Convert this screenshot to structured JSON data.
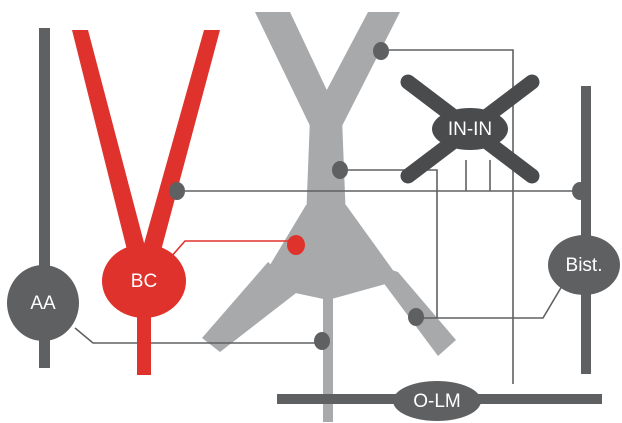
{
  "cells": {
    "aa": {
      "label": "AA",
      "color": "#5f6062"
    },
    "bc": {
      "label": "BC",
      "color": "#e0322c"
    },
    "in_in": {
      "label": "IN-IN",
      "color": "#4a4b4d"
    },
    "bist": {
      "label": "Bist.",
      "color": "#5f6062"
    },
    "olm": {
      "label": "O-LM",
      "color": "#5f6062"
    }
  },
  "pyramidal_cell": {
    "color": "#a8a9ab"
  },
  "axon_color": "#5f6062",
  "bc_axon_color": "#e0322c"
}
